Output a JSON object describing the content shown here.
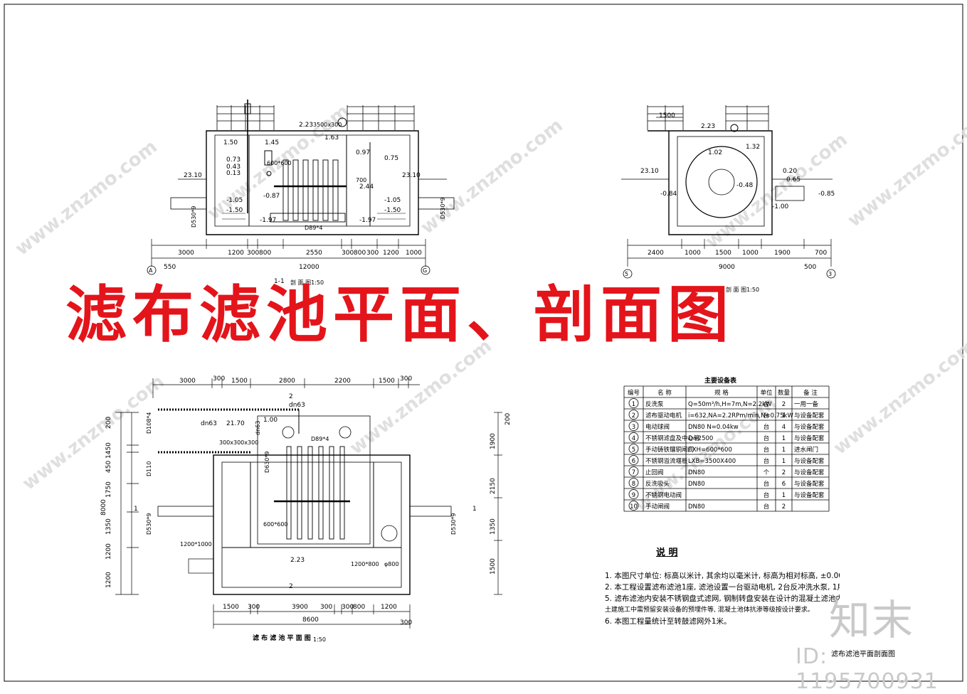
{
  "title": "滤布滤池平面、剖面图",
  "section1": {
    "title": "1-1",
    "scale_label": "剖 面 图1:50",
    "levels": [
      "2.23",
      "1.45",
      "1.63",
      "1.50",
      "0.73",
      "0.43",
      "0.13",
      "-0.87",
      "-1.05",
      "-1.50",
      "-1.97",
      "0.97",
      "0.75",
      "2.44",
      "-1.05",
      "-1.50",
      "-1.97",
      "23.10",
      "23.10"
    ],
    "dims": [
      "3000",
      "1200",
      "300",
      "800",
      "2550",
      "300",
      "800",
      "300",
      "1200",
      "1000"
    ],
    "total": "12000",
    "sub": "550",
    "axis_left": "A",
    "axis_right": "G",
    "pipe_left": "D530*9",
    "pipe_right": "D530*9",
    "size_a": "600*600",
    "size_b": "3500x300",
    "size_c": "D89*4",
    "label_k": "700"
  },
  "section2": {
    "title": "2-2",
    "scale_label": "剖 面 图1:50",
    "levels": [
      "2.23",
      "1.02",
      "1.32",
      "23.10",
      "-0.84",
      "-0.48",
      "0.20",
      "0.65",
      "-0.85",
      "-1.00"
    ],
    "dims_top": [
      "1500"
    ],
    "dims": [
      "2400",
      "1000",
      "1500",
      "1000",
      "1900",
      "700"
    ],
    "total": "9000",
    "sub": "500",
    "axis_left": "5",
    "axis_right": "3"
  },
  "plan": {
    "title": "滤 布 滤 池 平 面 图",
    "scale": "1:50",
    "dims_top": [
      "3000",
      "300",
      "1500",
      "2800",
      "2200",
      "1500",
      "300"
    ],
    "dims_bottom": [
      "1500",
      "300",
      "3900",
      "300",
      "300",
      "800",
      "1200"
    ],
    "total_bottom": "8600",
    "tail": "300",
    "dims_left": [
      "200",
      "1450",
      "450",
      "1750",
      "1350",
      "1200",
      "1200"
    ],
    "total_left": "8000",
    "dims_right": [
      "200",
      "1900",
      "2150",
      "1350",
      "1500"
    ],
    "labels": [
      "dn63",
      "D108*4",
      "dn63",
      "21.70",
      "300x300x300",
      "D89*4",
      "D630*9",
      "D110",
      "D530*9",
      "600*600",
      "1200*1000",
      "1200*800",
      "φ800",
      "2.23",
      "1.00",
      "dn63",
      "D530*9"
    ],
    "section_marks": [
      "2",
      "2",
      "1",
      "1"
    ]
  },
  "equipment_table": {
    "title": "主要设备表",
    "headers": [
      "编号",
      "名 称",
      "规 格",
      "单位",
      "数量",
      "备 注"
    ],
    "rows": [
      {
        "no": "1",
        "name": "反洗泵",
        "spec": "Q=50m³/h,H=7m,N=2.2kW",
        "unit": "台",
        "qty": "2",
        "note": "一用一备"
      },
      {
        "no": "2",
        "name": "滤布驱动电机",
        "spec": "i=632,NA=2.2RPm/min,N=0.75kW",
        "unit": "台",
        "qty": "1",
        "note": "与设备配套"
      },
      {
        "no": "3",
        "name": "电动球阀",
        "spec": "DN80  N=0.04kw",
        "unit": "台",
        "qty": "4",
        "note": "与设备配套"
      },
      {
        "no": "4",
        "name": "不锈钢滤盘及中心管",
        "spec": "D=2500",
        "unit": "台",
        "qty": "1",
        "note": "与设备配套"
      },
      {
        "no": "5",
        "name": "手动铸铁镶铜闸门",
        "spec": "BXH=600*600",
        "unit": "台",
        "qty": "1",
        "note": "进水闸门"
      },
      {
        "no": "6",
        "name": "不锈钢溢流堰板",
        "spec": "LXB=3500X400",
        "unit": "台",
        "qty": "1",
        "note": "与设备配套"
      },
      {
        "no": "7",
        "name": "止回阀",
        "spec": "DN80",
        "unit": "个",
        "qty": "2",
        "note": "与设备配套"
      },
      {
        "no": "8",
        "name": "反洗吸头",
        "spec": "DN80",
        "unit": "台",
        "qty": "6",
        "note": "与设备配套"
      },
      {
        "no": "9",
        "name": "不锈钢电动阀",
        "spec": "",
        "unit": "台",
        "qty": "1",
        "note": "与设备配套"
      },
      {
        "no": "10",
        "name": "手动闸阀",
        "spec": "DN80",
        "unit": "台",
        "qty": "2",
        "note": ""
      }
    ]
  },
  "notes": {
    "title": "说 明",
    "items": [
      "1. 本图尺寸单位: 标高以米计, 其余均以毫米计, 标高为相对标高, ±0.00相当于1956年黄海高程83.00米。",
      "2. 本工程设置滤布滤池1座, 滤池设置一台驱动电机, 2台反冲洗水泵, 1用1备。",
      "5. 滤布滤池内安装不锈钢盘式滤网, 钢制转盘安装在设计的混凝土滤池内。",
      "    土建施工中需预留安装设备的预埋件等, 混凝土池体抗渗等级按设计要求。",
      "6. 本图工程量统计至转鼓滤网外1米。"
    ]
  },
  "watermark": {
    "brand": "知末",
    "id": "ID: 1195700931",
    "site": "www.znzmo.com"
  },
  "footer_label": "滤布滤池平面剖面图"
}
